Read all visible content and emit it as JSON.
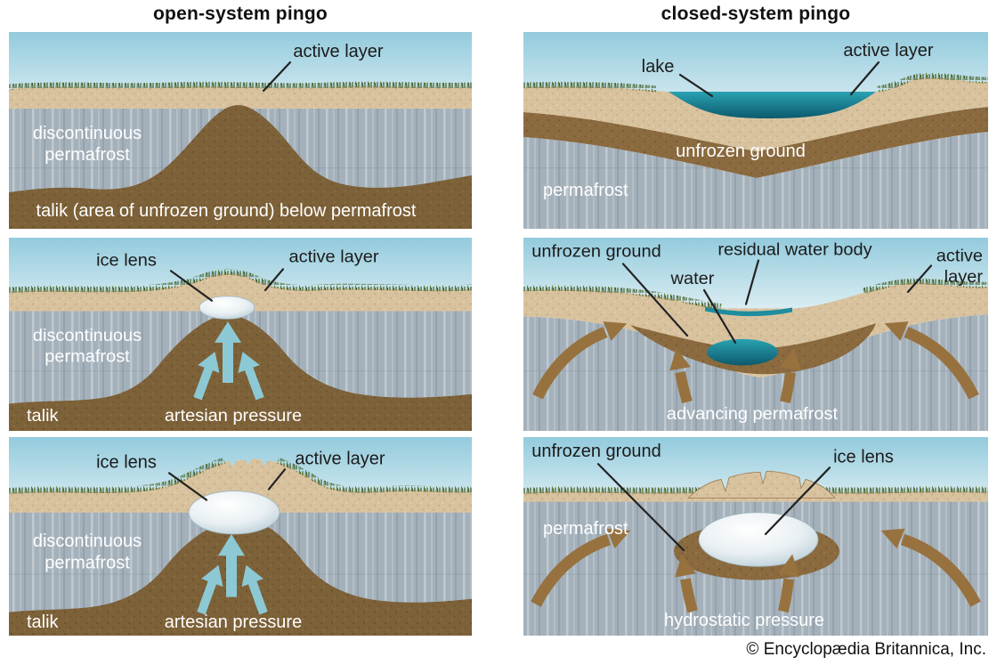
{
  "titles": {
    "open": "open-system pingo",
    "closed": "closed-system pingo"
  },
  "copyright": "© Encyclopædia Britannica, Inc.",
  "colors": {
    "sky_top": "#93cbdd",
    "sky_bottom": "#ddeef3",
    "sand": "#d8c29e",
    "permafrost": "#a4b1bb",
    "talik_brown": "#7d6138",
    "band_brown": "#8a6a3e",
    "lake_top": "#2aa2b2",
    "lake_bottom": "#0c5a6d",
    "lake_teal": "#1d8d9f",
    "artesian_arrow": "#8ed2e2",
    "permafrost_arrow": "#97723f",
    "grass_green": "#4a6631"
  },
  "panels": {
    "open1": {
      "labels": {
        "active_layer": "active layer",
        "discontinuous_line1": "discontinuous",
        "discontinuous_line2": "permafrost",
        "talik": "talik (area of unfrozen ground) below permafrost"
      }
    },
    "open2": {
      "labels": {
        "ice_lens": "ice lens",
        "active_layer": "active layer",
        "discontinuous_line1": "discontinuous",
        "discontinuous_line2": "permafrost",
        "talik": "talik",
        "artesian_pressure": "artesian pressure"
      }
    },
    "open3": {
      "labels": {
        "ice_lens": "ice lens",
        "active_layer": "active layer",
        "discontinuous_line1": "discontinuous",
        "discontinuous_line2": "permafrost",
        "talik": "talik",
        "artesian_pressure": "artesian pressure"
      }
    },
    "closed1": {
      "labels": {
        "lake": "lake",
        "active_layer": "active layer",
        "unfrozen_ground": "unfrozen ground",
        "permafrost": "permafrost"
      }
    },
    "closed2": {
      "labels": {
        "unfrozen_ground": "unfrozen ground",
        "residual_water_body": "residual water body",
        "water": "water",
        "active_line1": "active",
        "active_line2": "layer",
        "advancing_permafrost": "advancing permafrost"
      }
    },
    "closed3": {
      "labels": {
        "unfrozen_ground": "unfrozen ground",
        "ice_lens": "ice lens",
        "permafrost": "permafrost",
        "hydrostatic_pressure": "hydrostatic pressure"
      }
    }
  }
}
